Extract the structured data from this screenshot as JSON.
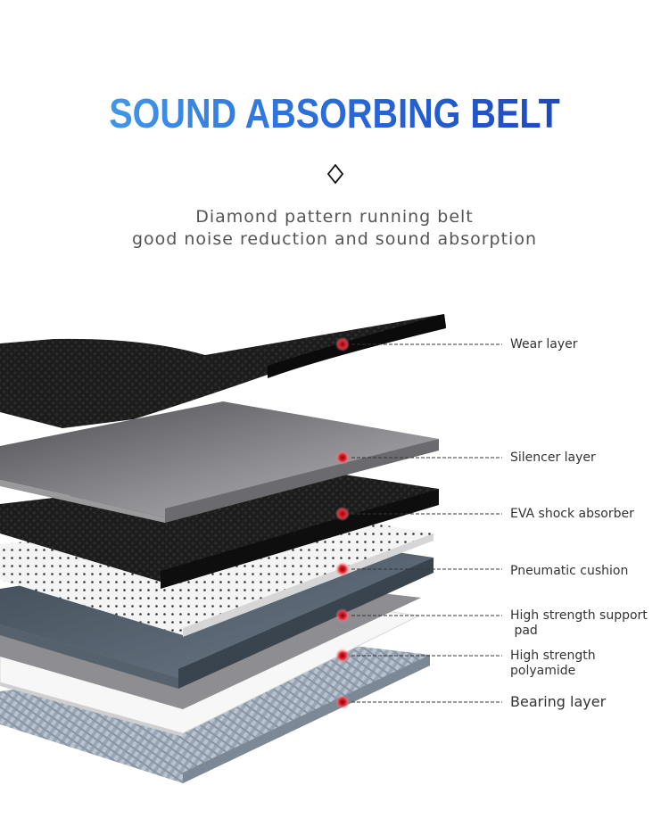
{
  "header": {
    "title": "SOUND ABSORBING BELT",
    "subtitle_line1": "Diamond pattern running belt",
    "subtitle_line2": "good noise reduction and sound absorption",
    "title_gradient": [
      "#4aa3ea",
      "#1a3fb8"
    ]
  },
  "layers": [
    {
      "label": "Wear layer"
    },
    {
      "label": "Silencer layer"
    },
    {
      "label": "EVA shock absorber"
    },
    {
      "label": "Pneumatic cushion"
    },
    {
      "label_line1": "High strength support",
      "label_line2": " pad"
    },
    {
      "label_line1": "High strength",
      "label_line2": "polyamide"
    },
    {
      "label": "Bearing layer"
    }
  ],
  "colors": {
    "marker": "#e0202a",
    "leader": "#333333"
  }
}
